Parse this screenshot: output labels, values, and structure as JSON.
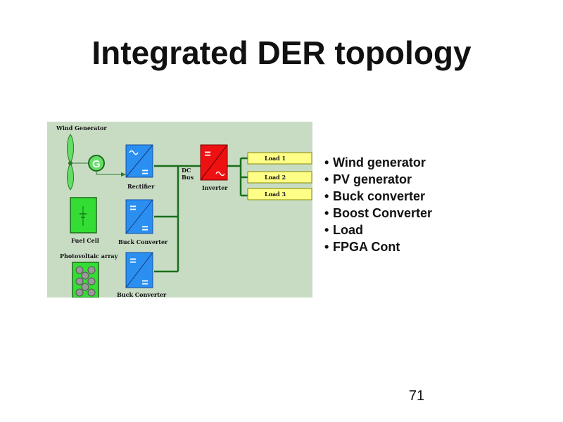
{
  "slide": {
    "title": "Integrated DER topology",
    "page_number": "71",
    "bullets": [
      "Wind generator",
      "PV generator",
      "Buck converter",
      "Boost Converter",
      "Load",
      "FPGA Cont"
    ]
  },
  "diagram": {
    "labels": {
      "wind_generator": "Wind Generator",
      "generator_symbol": "G",
      "rectifier": "Rectifier",
      "dc_bus_line1": "DC",
      "dc_bus_line2": "Bus",
      "inverter": "Inverter",
      "fuel_cell": "Fuel Cell",
      "buck_converter_1": "Buck Converter",
      "photovoltaic_array": "Photovoltaic array",
      "buck_converter_2": "Buck Converter",
      "load_1": "Load 1",
      "load_2": "Load 2",
      "load_3": "Load 3",
      "equals_symbol": "="
    },
    "colors": {
      "background": "#c8dcc4",
      "bus_line": "#1a6e1a",
      "converter_blue": "#2a8ff0",
      "inverter_red": "#ee1111",
      "fuel_cell_green": "#33dd33",
      "load_yellow": "#ffff88",
      "blade_green": "#66dd66"
    }
  }
}
